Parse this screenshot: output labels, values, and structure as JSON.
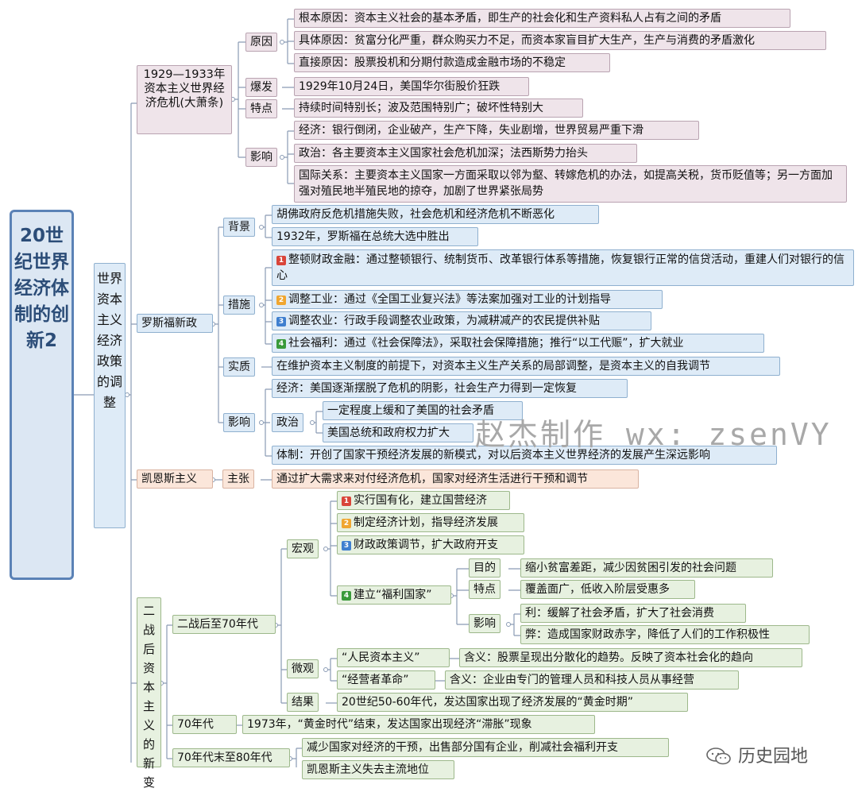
{
  "root": "20世纪世界经济体制的创新2",
  "branch": "世界资本主义经济政策的调整",
  "crisis": {
    "title": "1929—1933年资本主义世界经济危机(大萧条)",
    "cause": {
      "label": "原因",
      "items": [
        "根本原因：资本主义社会的基本矛盾，即生产的社会化和生产资料私人占有之间的矛盾",
        "具体原因：贫富分化严重，群众购买力不足，而资本家盲目扩大生产，生产与消费的矛盾激化",
        "直接原因：股票投机和分期付款造成金融市场的不稳定"
      ]
    },
    "outbreak": {
      "label": "爆发",
      "text": "1929年10月24日，美国华尔街股价狂跌"
    },
    "feature": {
      "label": "特点",
      "text": "持续时间特别长；波及范围特别广；破坏性特别大"
    },
    "impact": {
      "label": "影响",
      "items": [
        "经济：银行倒闭，企业破产，生产下降，失业剧增，世界贸易严重下滑",
        "政治：各主要资本主义国家社会危机加深；法西斯势力抬头",
        "国际关系：主要资本主义国家一方面采取以邻为壑、转嫁危机的办法，如提高关税，货币贬值等；另一方面加强对殖民地半殖民地的掠夺，加剧了世界紧张局势"
      ]
    }
  },
  "newdeal": {
    "title": "罗斯福新政",
    "background": {
      "label": "背景",
      "items": [
        "胡佛政府反危机措施失败，社会危机和经济危机不断恶化",
        "1932年，罗斯福在总统大选中胜出"
      ]
    },
    "measures": {
      "label": "措施",
      "items": [
        {
          "no": "1",
          "text": "整顿财政金融：通过整顿银行、统制货币、改革银行体系等措施，恢复银行正常的信贷活动，重建人们对银行的信心"
        },
        {
          "no": "2",
          "text": "调整工业：通过《全国工业复兴法》等法案加强对工业的计划指导"
        },
        {
          "no": "3",
          "text": "调整农业：行政手段调整农业政策，为减耕减产的农民提供补贴"
        },
        {
          "no": "4",
          "text": "社会福利：通过《社会保障法》，采取社会保障措施；推行“以工代赈”，扩大就业"
        }
      ]
    },
    "essence": {
      "label": "实质",
      "text": "在维护资本主义制度的前提下，对资本主义生产关系的局部调整，是资本主义的自我调节"
    },
    "impact": {
      "label": "影响",
      "economy": "经济：美国逐渐摆脱了危机的阴影，社会生产力得到一定恢复",
      "politics": {
        "label": "政治",
        "items": [
          "一定程度上缓和了美国的社会矛盾",
          "美国总统和政府权力扩大"
        ]
      },
      "system": "体制：开创了国家干预经济发展的新模式，对以后资本主义世界经济的发展产生深远影响"
    }
  },
  "keynes": {
    "title": "凯恩斯主义",
    "claim": {
      "label": "主张",
      "text": "通过扩大需求来对付经济危机，国家对经济生活进行干预和调节"
    }
  },
  "postwar": {
    "title": "二战后资本主义的新变",
    "p1": {
      "label": "二战后至70年代",
      "macro": {
        "label": "宏观",
        "items": [
          {
            "no": "1",
            "text": "实行国有化，建立国营经济"
          },
          {
            "no": "2",
            "text": "制定经济计划，指导经济发展"
          },
          {
            "no": "3",
            "text": "财政政策调节，扩大政府开支"
          }
        ],
        "welfare": {
          "no": "4",
          "label": "建立“福利国家”",
          "purpose": {
            "label": "目的",
            "text": "缩小贫富差距，减少因贫困引发的社会问题"
          },
          "feature": {
            "label": "特点",
            "text": "覆盖面广，低收入阶层受惠多"
          },
          "impact": {
            "label": "影响",
            "pro": "利：缓解了社会矛盾，扩大了社会消费",
            "con": "弊：造成国家财政赤字，降低了人们的工作积极性"
          }
        }
      },
      "micro": {
        "label": "微观",
        "a": {
          "label": "“人民资本主义”",
          "text": "含义：股票呈现出分散化的趋势。反映了资本社会化的趋向"
        },
        "b": {
          "label": "“经营者革命”",
          "text": "含义：企业由专门的管理人员和科技人员从事经营"
        }
      },
      "result": {
        "label": "结果",
        "text": "20世纪50-60年代，发达国家出现了经济发展的“黄金时期”"
      }
    },
    "p2": {
      "label": "70年代",
      "text": "1973年，“黄金时代”结束，发达国家出现经济“滞胀”现象"
    },
    "p3": {
      "label": "70年代末至80年代",
      "items": [
        "减少国家对经济的干预，出售部分国有企业，削减社会福利开支",
        "凯恩斯主义失去主流地位"
      ]
    }
  },
  "watermark": "赵杰制作 wx: zsenVY",
  "logo": "历史园地"
}
